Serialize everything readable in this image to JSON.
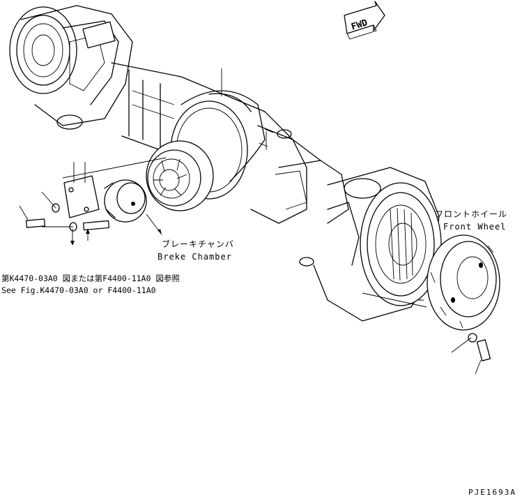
{
  "direction_indicator": {
    "text": "FWD"
  },
  "callouts": {
    "front_wheel_jp": "フロントホイール",
    "front_wheel_en": "Front Wheel",
    "brake_chamber_jp": "ブレーキチャンバ",
    "brake_chamber_en": "Breke Chamber",
    "reference_jp": "第K4470-03A0 図または第F4400-11A0 図参照",
    "reference_en": "See Fig.K4470-03A0 or F4400-11A0"
  },
  "drawing_id": "PJE1693A",
  "icon_names": [
    "fwd-arrow-icon",
    "axle-assembly-icon",
    "wheel-hub-icon",
    "brake-chamber-icon",
    "bolt-icon",
    "washer-icon"
  ]
}
